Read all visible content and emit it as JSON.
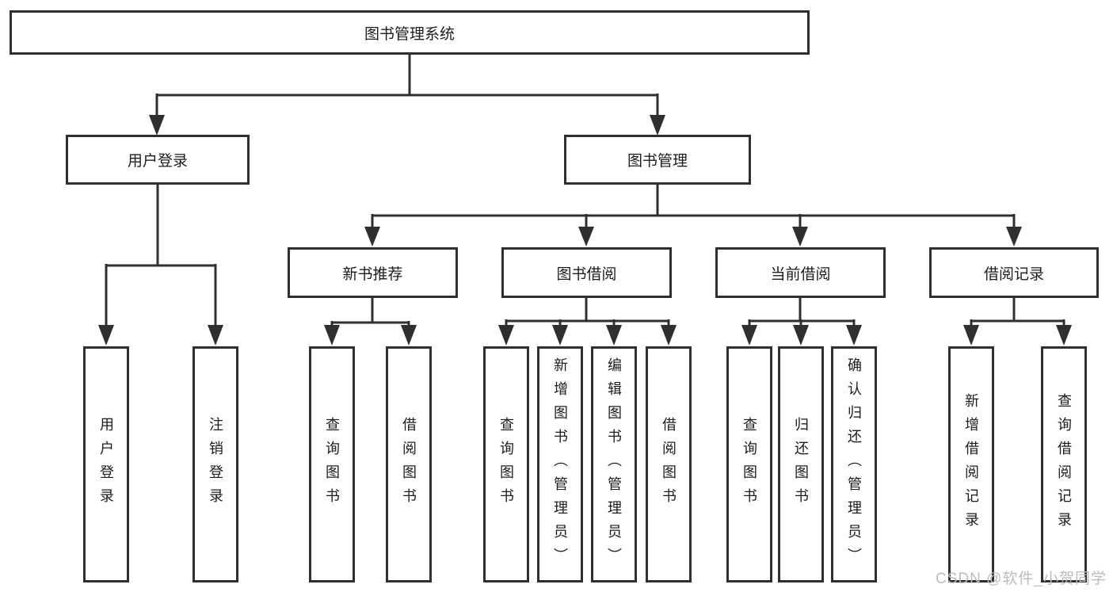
{
  "tree": {
    "root": {
      "label": "图书管理系统",
      "children": [
        {
          "label": "用户登录",
          "children": [
            {
              "label": "用户登录"
            },
            {
              "label": "注销登录"
            }
          ]
        },
        {
          "label": "图书管理",
          "children": [
            {
              "label": "新书推荐",
              "children": [
                {
                  "label": "查询图书"
                },
                {
                  "label": "借阅图书"
                }
              ]
            },
            {
              "label": "图书借阅",
              "children": [
                {
                  "label": "查询图书"
                },
                {
                  "label": "新增图书（管理员）"
                },
                {
                  "label": "编辑图书（管理员）"
                },
                {
                  "label": "借阅图书"
                }
              ]
            },
            {
              "label": "当前借阅",
              "children": [
                {
                  "label": "查询图书"
                },
                {
                  "label": "归还图书"
                },
                {
                  "label": "确认归还（管理员）"
                }
              ]
            },
            {
              "label": "借阅记录",
              "children": [
                {
                  "label": "新增借阅记录"
                },
                {
                  "label": "查询借阅记录"
                }
              ]
            }
          ]
        }
      ]
    }
  },
  "watermark": {
    "text": "CSDN @软件_小贺同学"
  },
  "colors": {
    "line": "#2f2f2f",
    "text": "#1c1c1c",
    "watermark": "#bcbcbc"
  }
}
